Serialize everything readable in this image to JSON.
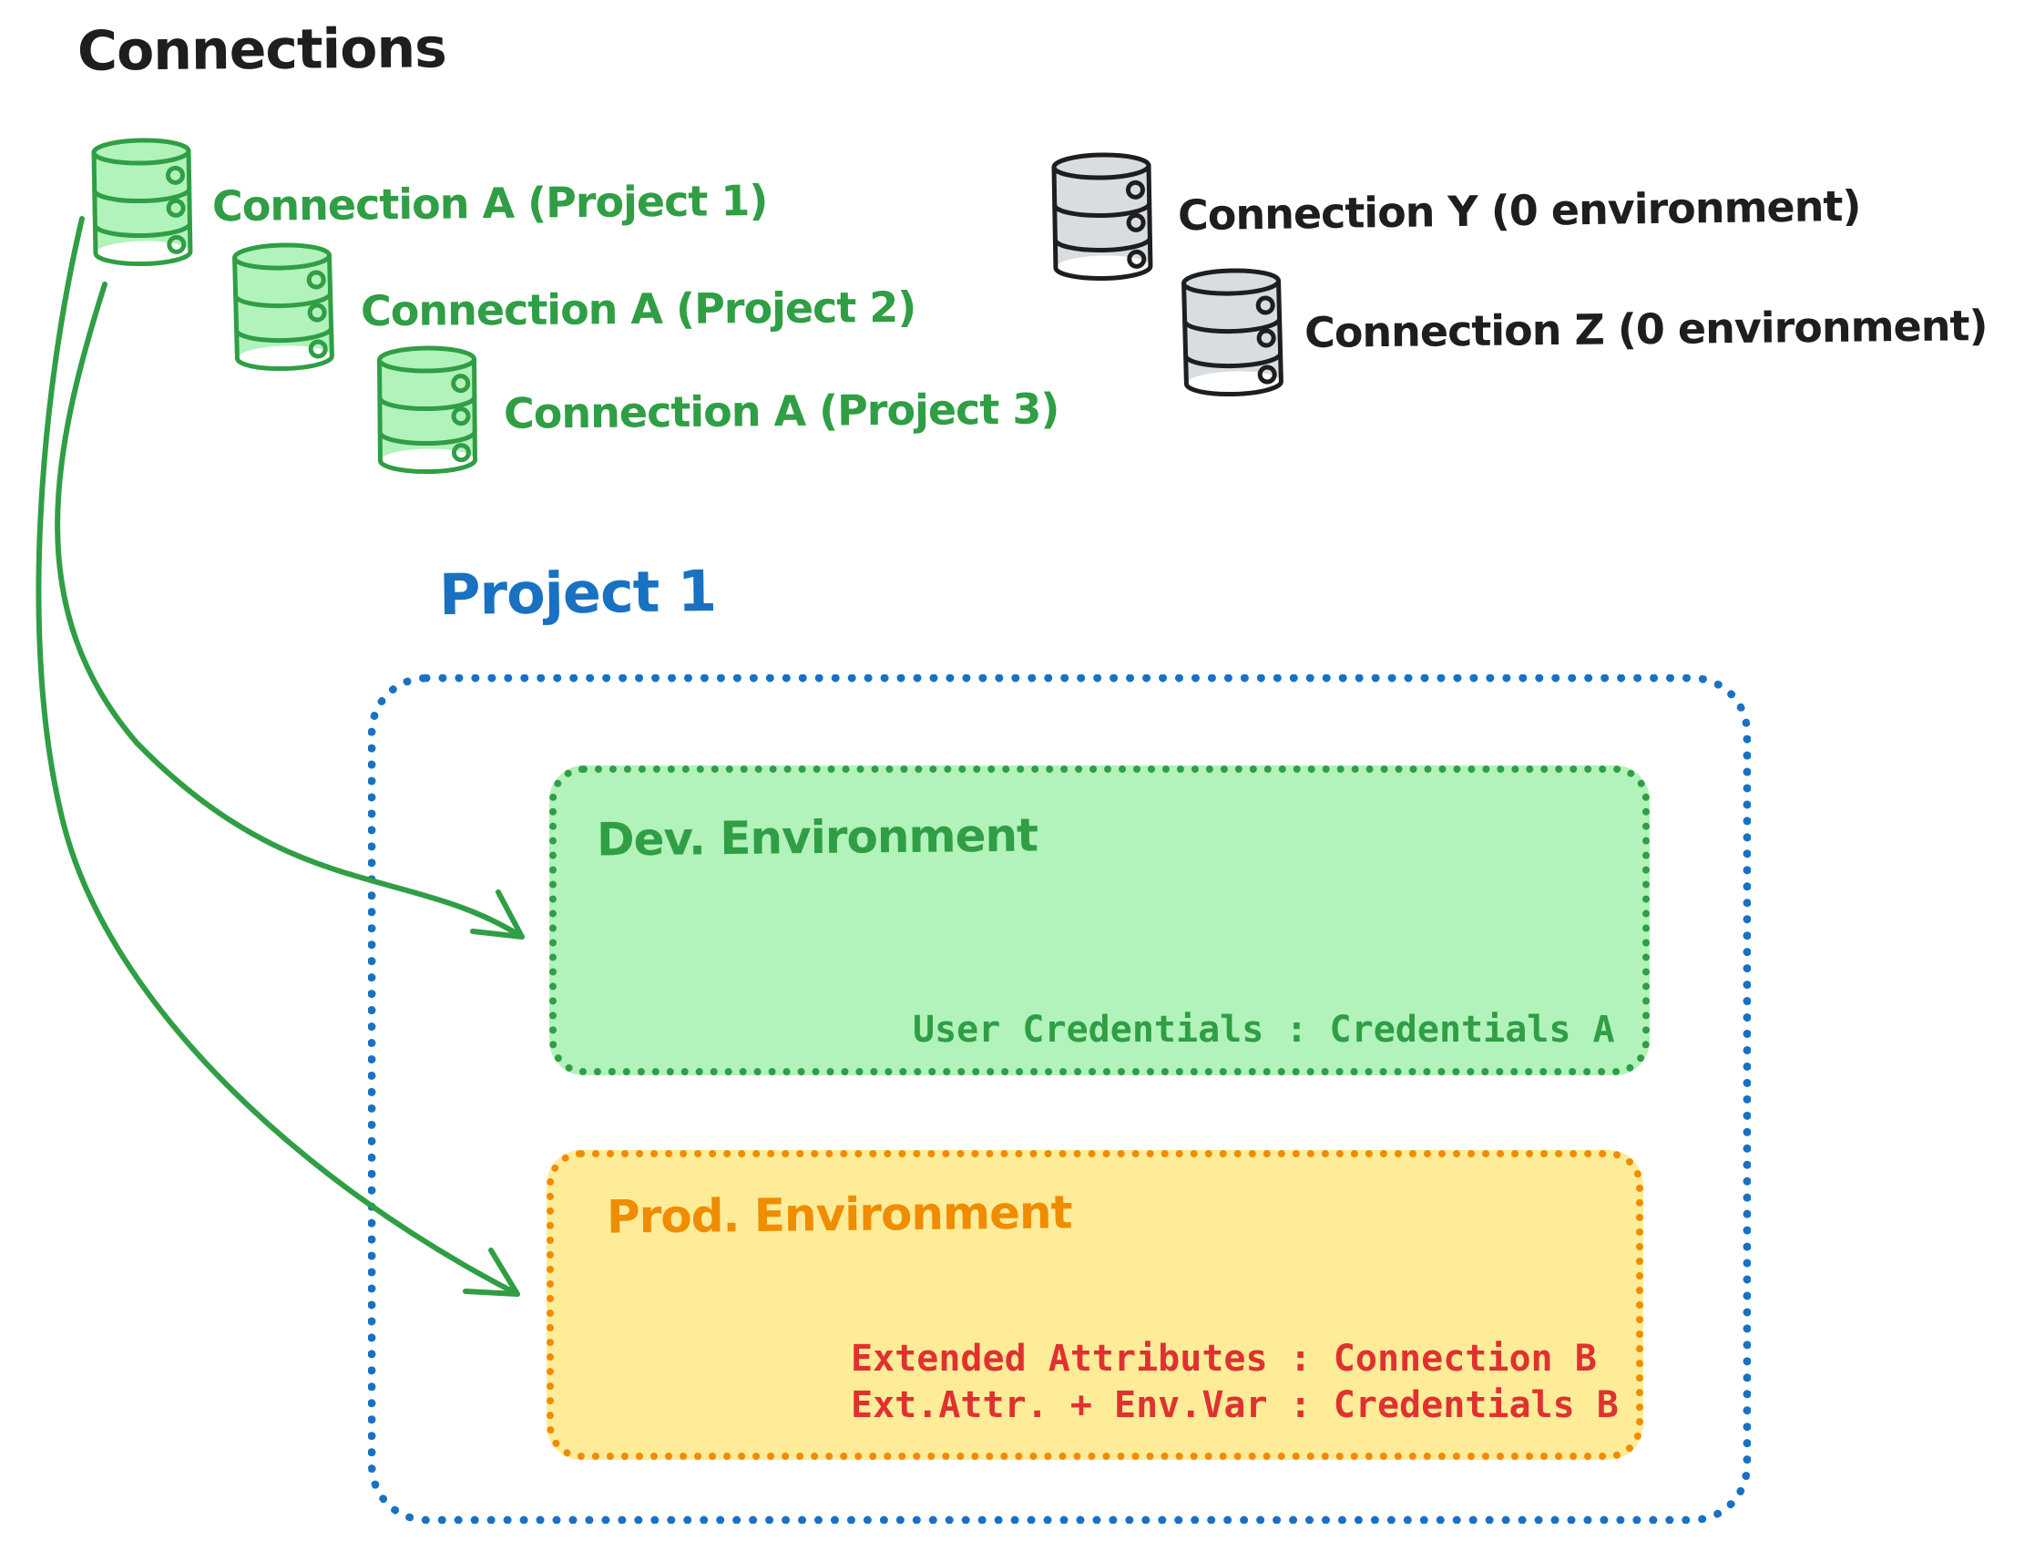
{
  "diagram": {
    "title": "Connections"
  },
  "connections": {
    "shared": [
      {
        "label": "Connection A (Project 1)"
      },
      {
        "label": "Connection A (Project 2)"
      },
      {
        "label": "Connection A (Project 3)"
      }
    ],
    "unassigned": [
      {
        "label": "Connection Y (0 environment)"
      },
      {
        "label": "Connection Z (0 environment)"
      }
    ]
  },
  "project": {
    "title": "Project 1",
    "environments": [
      {
        "name": "Dev. Environment",
        "mappings": [
          "User Credentials : Credentials A"
        ]
      },
      {
        "name": "Prod. Environment",
        "mappings": [
          "Extended Attributes : Connection B",
          "Ext.Attr. + Env.Var : Credentials B"
        ]
      }
    ]
  },
  "colors": {
    "black": "#1e1e1e",
    "green_stroke": "#2f9e44",
    "green_fill": "#b2f2bb",
    "gray_fill": "#d8dde2",
    "blue": "#1971c2",
    "orange": "#f08c00",
    "yellow_fill": "#ffec99",
    "red": "#e03131"
  }
}
